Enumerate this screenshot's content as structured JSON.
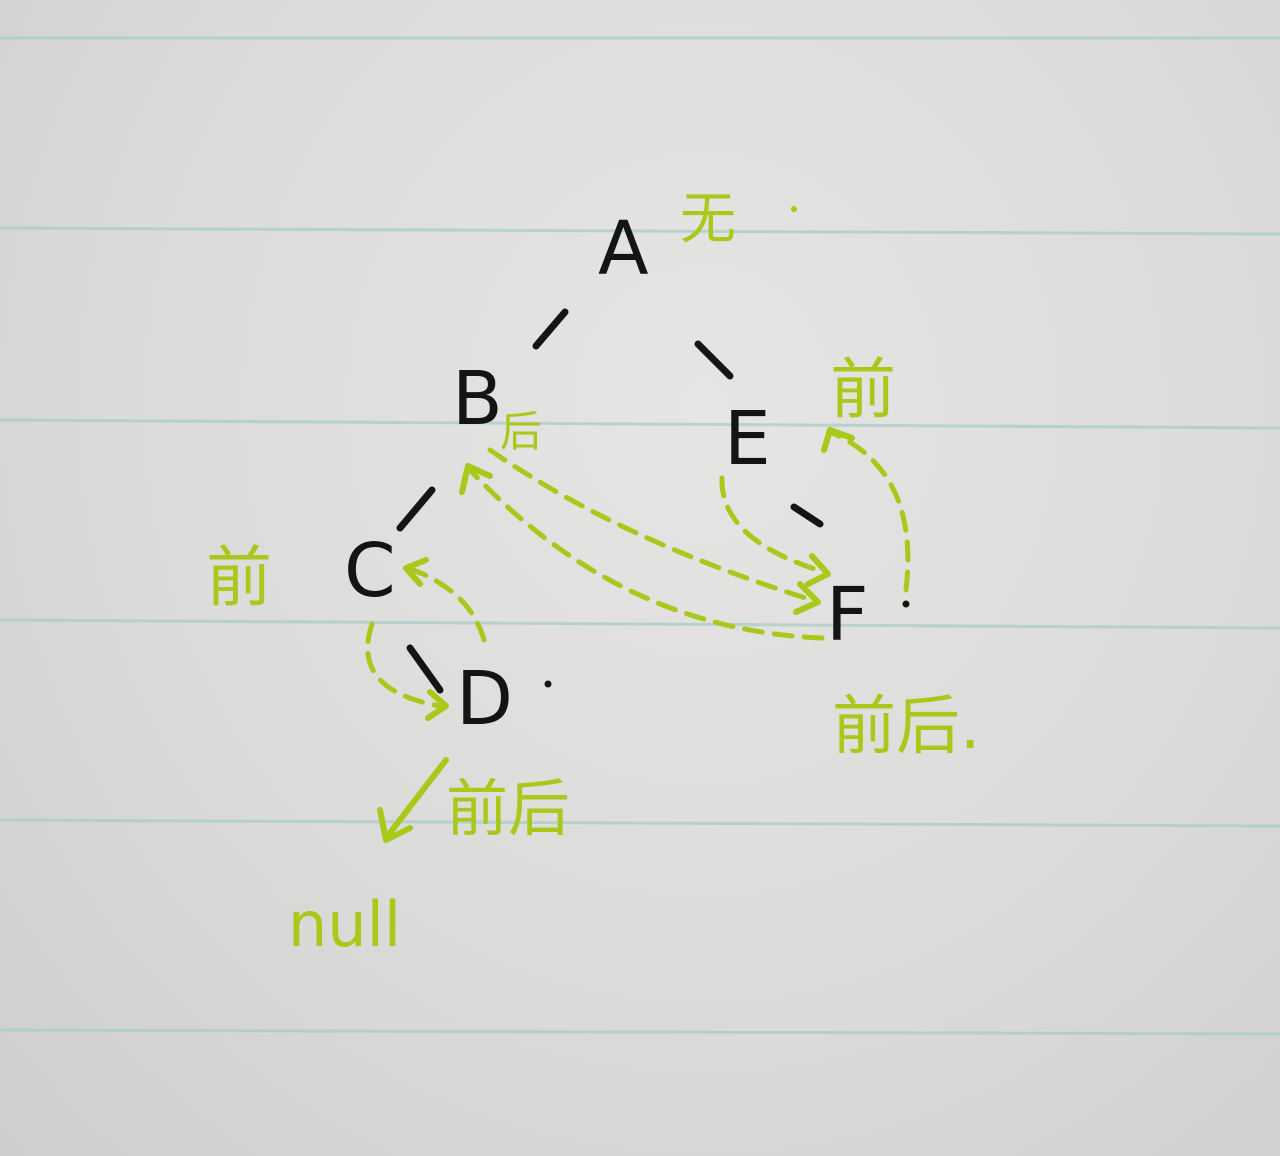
{
  "nodes": {
    "a": "A",
    "b": "B",
    "c": "C",
    "d": "D",
    "e": "E",
    "f": "F"
  },
  "annotations": {
    "a_note": "无",
    "b_note": "后",
    "c_note": "前",
    "d_note": "前后",
    "e_note": "前",
    "f_note": "前后.",
    "null_label": "null"
  },
  "colors": {
    "ink": "#151515",
    "highlighter": "#a8c81a",
    "paper_rule": "#a9ccc8"
  }
}
